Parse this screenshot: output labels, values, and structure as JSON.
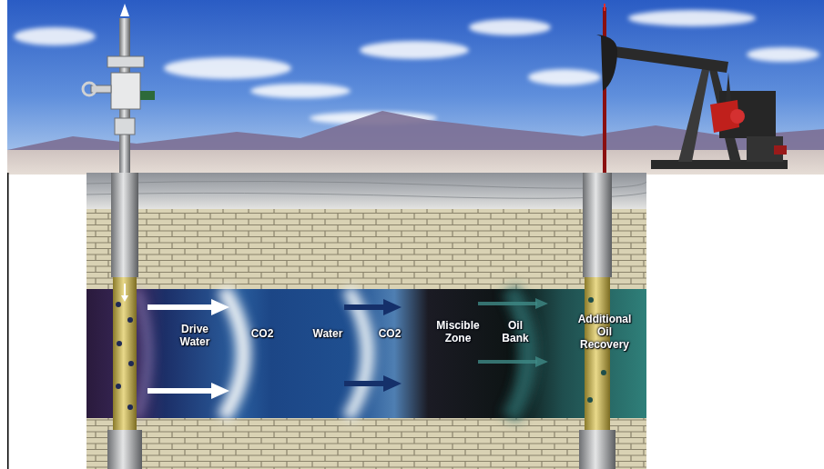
{
  "diagram": {
    "labels": [
      "Drive Water",
      "CO2",
      "Water",
      "CO2",
      "Miscible Zone",
      "Oil Bank",
      "Additional Oil Recovery"
    ]
  }
}
